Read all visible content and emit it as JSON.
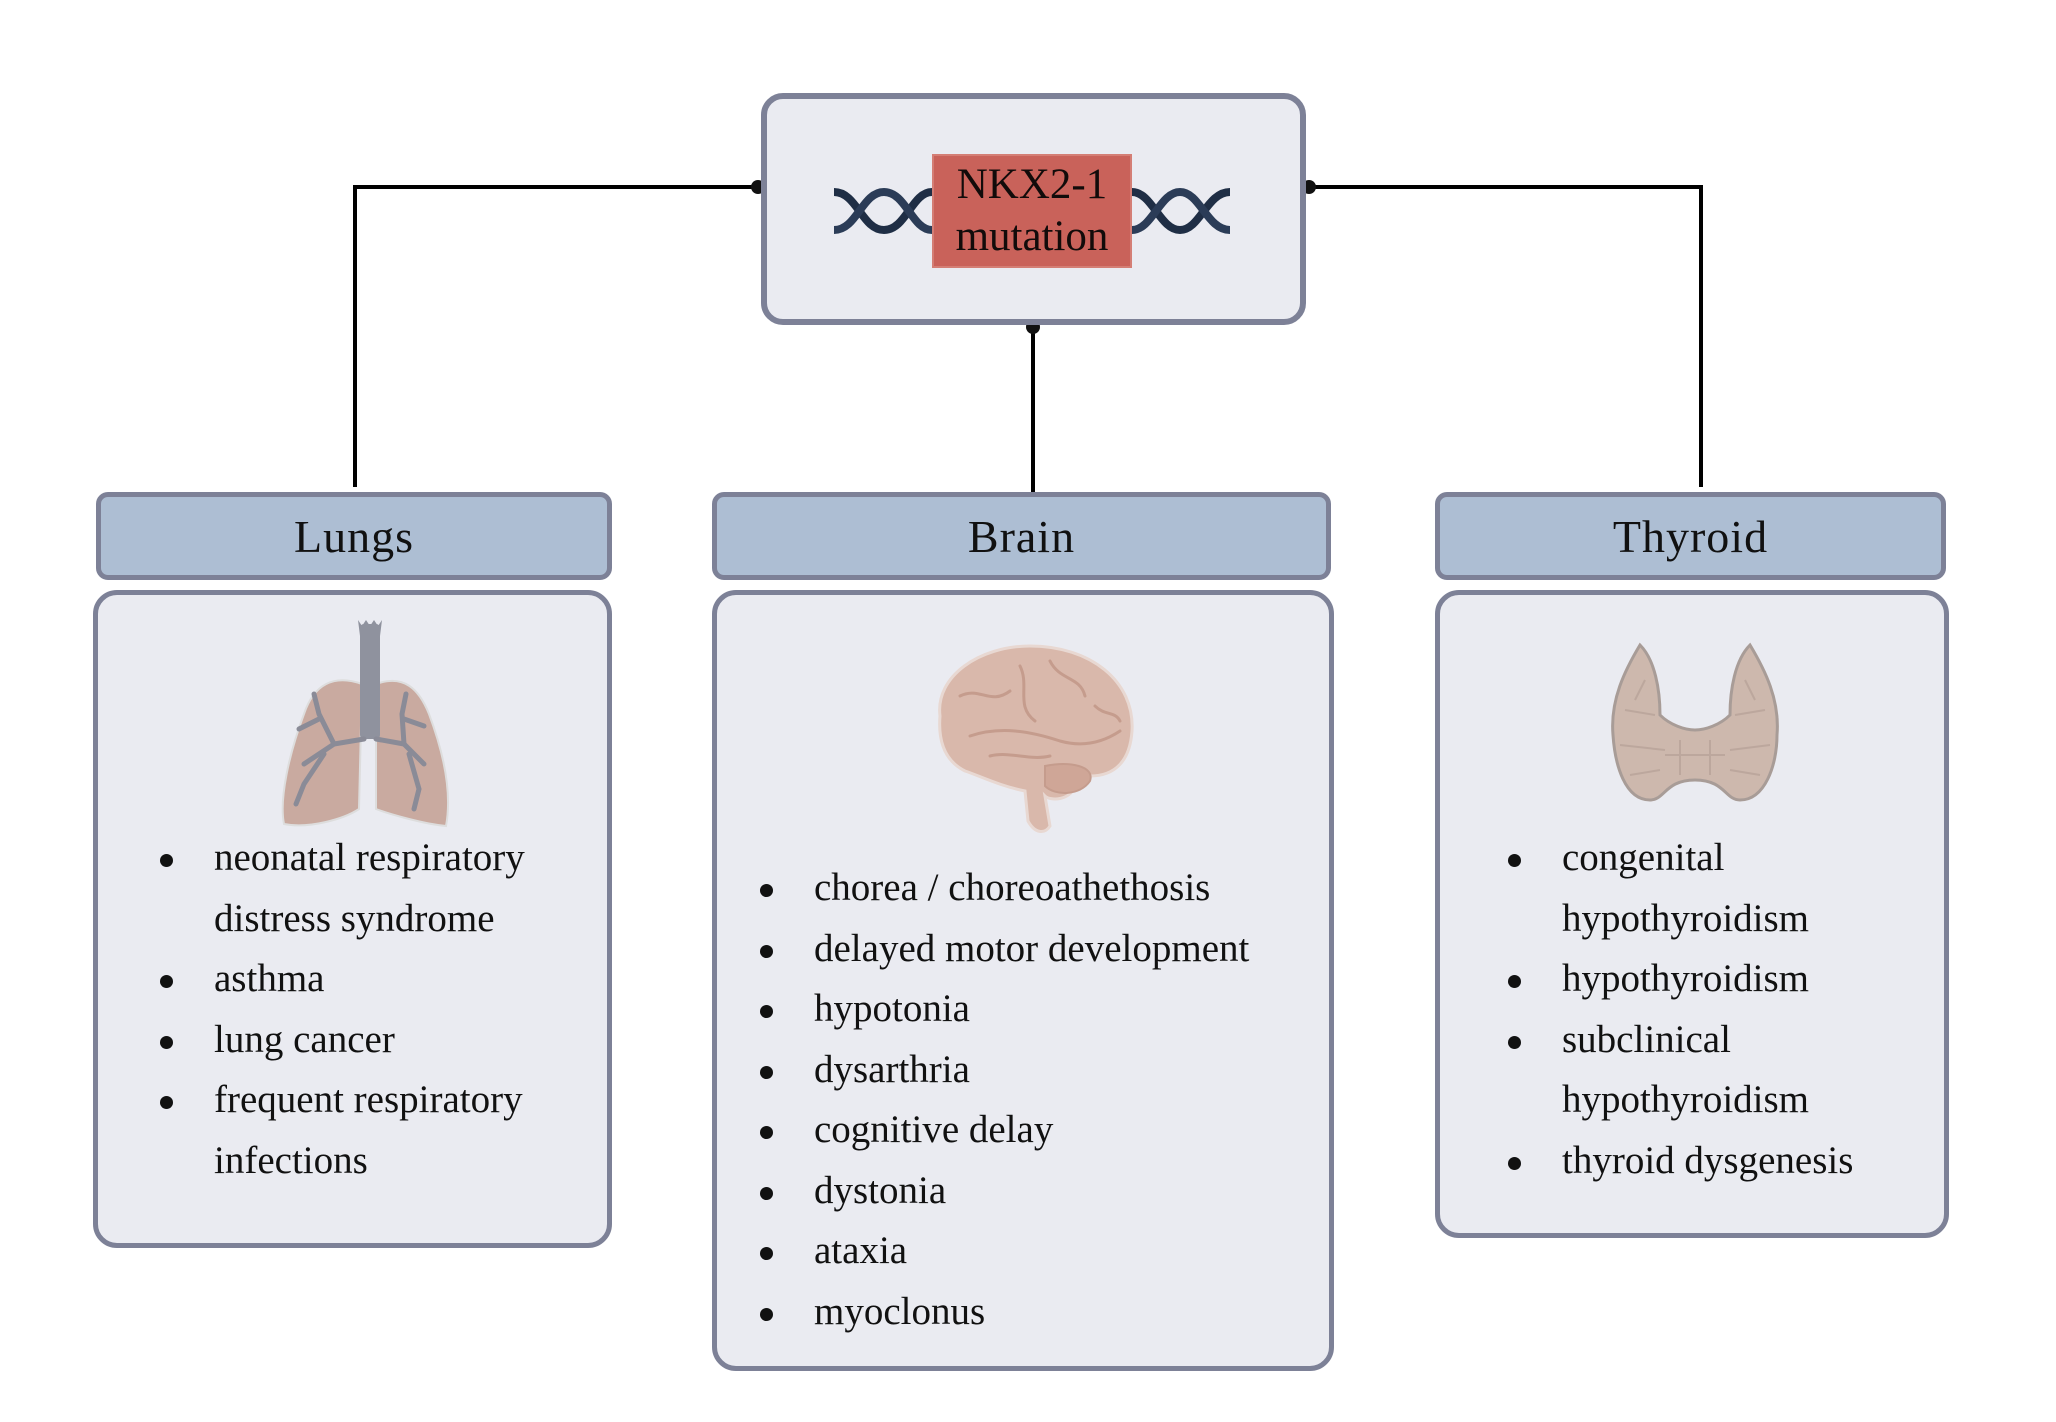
{
  "root": {
    "line1": "NKX2-1",
    "line2": "mutation",
    "icon": "dna-helix-icon",
    "label_color": "#c9625a"
  },
  "branches": [
    {
      "title": "Lungs",
      "icon": "lungs-icon",
      "items": [
        "neonatal respiratory distress syndrome",
        "asthma",
        "lung cancer",
        "frequent respiratory infections"
      ]
    },
    {
      "title": "Brain",
      "icon": "brain-icon",
      "items": [
        "chorea / choreoathethosis",
        "delayed motor development",
        "hypotonia",
        "dysarthria",
        "cognitive delay",
        "dystonia",
        "ataxia",
        "myoclonus"
      ]
    },
    {
      "title": "Thyroid",
      "icon": "thyroid-icon",
      "items": [
        "congenital hypothyroidism",
        "hypothyroidism",
        "subclinical hypothyroidism",
        "thyroid dysgenesis"
      ]
    }
  ],
  "colors": {
    "header_fill": "#adbed3",
    "panel_fill": "#eaebf1",
    "border": "#7d8197"
  }
}
